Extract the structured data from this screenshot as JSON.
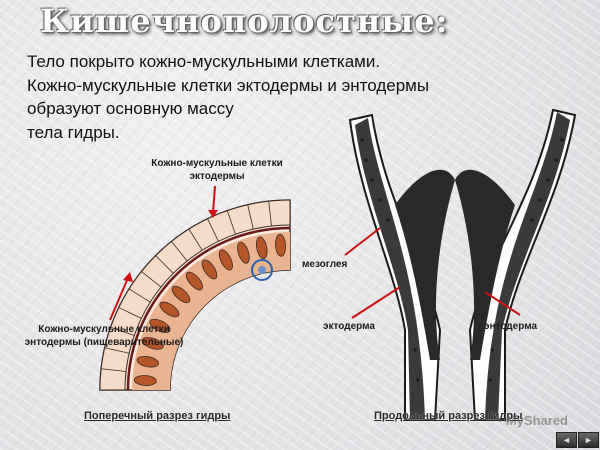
{
  "slide": {
    "title": "Кишечнополостные:",
    "intro_lines": [
      "Тело покрыто кожно-мускульными клетками.",
      "Кожно-мускульные клетки эктодермы и энтодермы",
      "образуют основную массу",
      "тела гидры."
    ]
  },
  "cross_section": {
    "ecto_label_line1": "Кожно-мускульные клетки",
    "ecto_label_line2": "эктодермы",
    "endo_label_line1": "Кожно-мускульные клетки",
    "endo_label_line2": "энтодермы (пищеварительные)",
    "caption": "Поперечный разрез гидры"
  },
  "longitudinal_section": {
    "mesoglea_label": "мезоглея",
    "ectoderm_label": "эктодерма",
    "endoderm_label": "энтодерма",
    "caption": "Продольный разрез гидры"
  },
  "watermark": "MyShared",
  "nav": {
    "prev_icon": "◄",
    "next_icon": "►"
  },
  "colors": {
    "arrow": "#d01010",
    "cell_fill": "#f3d9c4",
    "endo_fill": "#b5562a",
    "dark": "#1a1a1a"
  }
}
